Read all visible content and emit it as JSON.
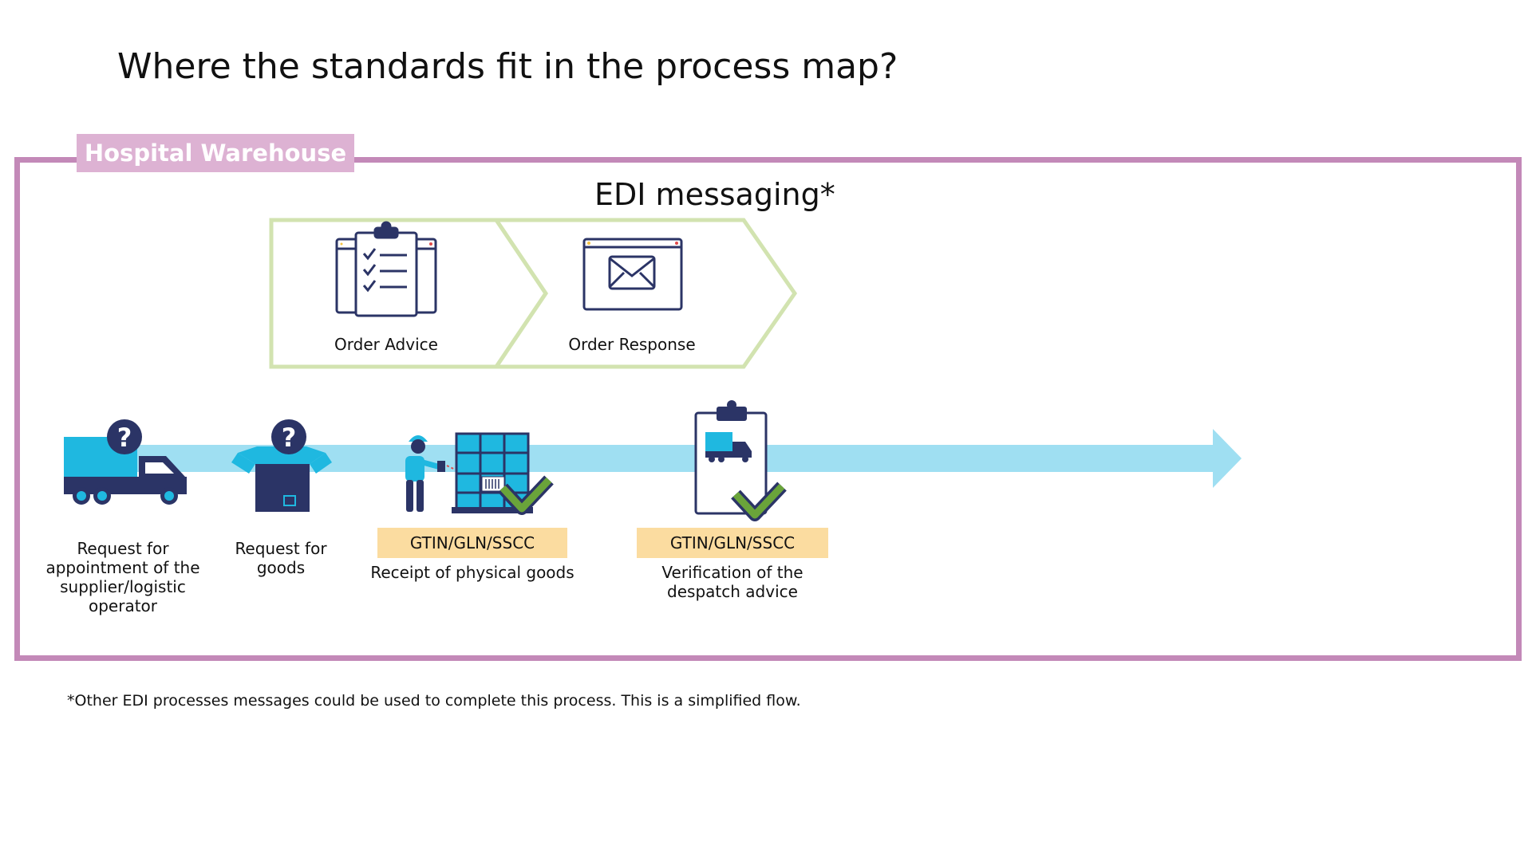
{
  "title": "Where the standards fit in the process map?",
  "frame_label": "Hospital Warehouse",
  "edi": {
    "title": "EDI messaging*",
    "messages": [
      {
        "label": "Order Advice",
        "icon": "checklist-document-icon"
      },
      {
        "label": "Order Response",
        "icon": "email-envelope-icon"
      }
    ]
  },
  "steps": [
    {
      "label": "Request for appointment of the supplier/logistic operator",
      "icon": "truck-question-icon"
    },
    {
      "label": "Request for goods",
      "icon": "box-question-icon"
    },
    {
      "label": "Receipt of physical goods",
      "standard": "GTIN/GLN/SSCC",
      "icon": "worker-scanning-pallet-icon"
    },
    {
      "label": "Verification of the despatch advice",
      "standard": "GTIN/GLN/SSCC",
      "icon": "clipboard-truck-check-icon"
    }
  ],
  "footnote": "*Other EDI processes messages could be used to complete this process. This is a simplified flow.",
  "colors": {
    "frame": "#c389b8",
    "frame_label_bg": "#ddb2d3",
    "chevron_border": "#d2e3b0",
    "flow_arrow": "#9fdff2",
    "navy": "#2b3466",
    "cyan": "#1fb8e0",
    "check_green": "#6aa43a",
    "standard_box": "#fbdca0"
  }
}
